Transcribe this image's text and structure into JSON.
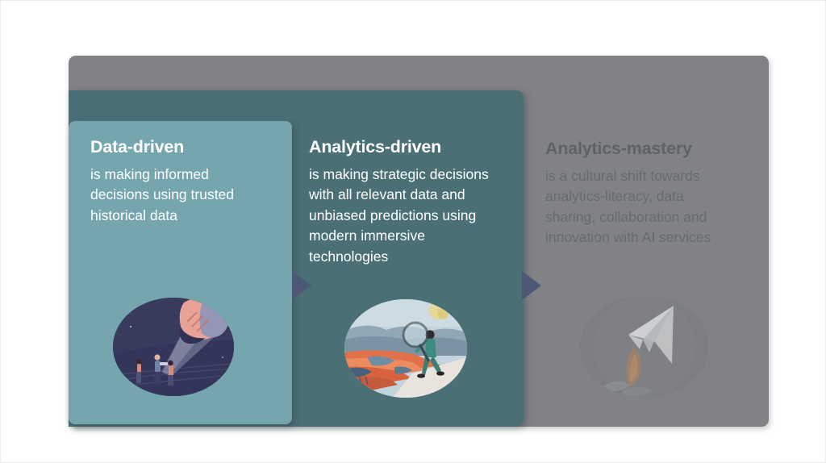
{
  "slide": {
    "background_color": "#ffffff",
    "frame_border_color": "#ededed"
  },
  "diagram": {
    "type": "progressive-stage-overlay",
    "title_text": "",
    "stage_count": 3,
    "stages": [
      {
        "id": "data-driven",
        "title": "Data-driven",
        "description": "is making informed\ndecisions using trusted\nhistorical data",
        "panel_color": "#76a6ad",
        "title_color": "#ffffff",
        "description_color": "#ffffff",
        "state": "active",
        "illustration_name": "flashlight-explorers-circle-image",
        "illustration_alt": "People shining a large flashlight beam upward at night"
      },
      {
        "id": "analytics-driven",
        "title": "Analytics-driven",
        "description": "is making strategic decisions\nwith all relevant data and\nunbiased predictions using\nmodern immersive\ntechnologies",
        "panel_color": "#4a7076",
        "title_color": "#ffffff",
        "description_color": "#ffffff",
        "state": "active",
        "illustration_name": "magnifying-glass-landscape-circle-image",
        "illustration_alt": "Person walking across a canyon landscape carrying a large magnifying glass"
      },
      {
        "id": "analytics-mastery",
        "title": "Analytics-mastery",
        "description": "is a cultural shift towards\nanalytics-literacy, data\nsharing, collaboration and\ninnovation with AI services",
        "panel_color": "#808285",
        "title_color": "#5f6265",
        "description_color": "#686b6e",
        "state": "dimmed",
        "illustration_name": "paper-plane-launch-circle-image",
        "illustration_alt": "Paper plane taking off with a flame trail, shown faded"
      }
    ],
    "connectors": [
      {
        "id": "arrow-stage-1-to-2",
        "icon": "arrow-right-triangle-icon",
        "color": "#4d5776"
      },
      {
        "id": "arrow-stage-2-to-3",
        "icon": "arrow-right-triangle-icon",
        "color": "#4d5776"
      }
    ]
  }
}
